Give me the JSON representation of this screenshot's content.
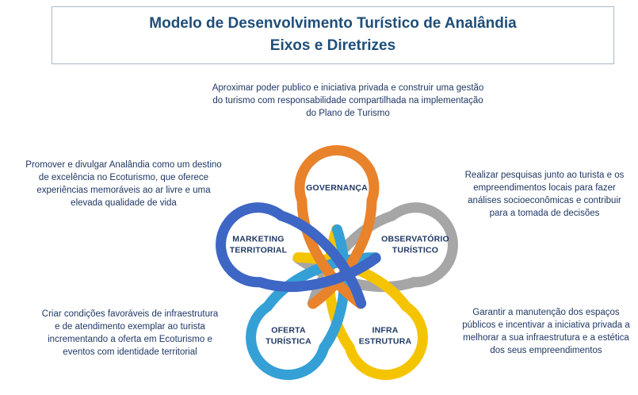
{
  "title": {
    "line1": "Modelo de Desenvolvimento Turístico de Analândia",
    "line2": "Eixos e Diretrizes"
  },
  "petals": [
    {
      "id": "governanca",
      "label": "GOVERNANÇA",
      "color": "#E8832C",
      "description": "Aproximar poder publico e iniciativa privada e construir uma gestão do turismo com responsabilidade compartilhada na implementação do Plano de Turismo"
    },
    {
      "id": "marketing-territorial",
      "label": "MARKETING TERRITORIAL",
      "color": "#3E66C4",
      "description": "Promover e divulgar Analândia como um destino de excelência no Ecoturismo, que oferece experiências memoráveis ao ar livre e uma elevada qualidade de vida"
    },
    {
      "id": "observatorio-turistico",
      "label": "OBSERVATÓRIO TURÍSTICO",
      "color": "#A6A6A6",
      "description": "Realizar pesquisas junto ao turista e os empreendimentos locais para fazer análises socioeconômicas e contribuir para a tomada de decisões"
    },
    {
      "id": "oferta-turistica",
      "label": "OFERTA TURÍSTICA",
      "color": "#35A0D6",
      "description": "Criar condições favoráveis de infraestrutura e de atendimento exemplar ao turista incrementando a oferta em Ecoturismo e eventos com identidade territorial"
    },
    {
      "id": "infraestrutura",
      "label": "INFRA ESTRUTURA",
      "color": "#F5C400",
      "description": "Garantir a manutenção dos espaços públicos e incentivar a iniciativa privada a melhorar a sua infraestrutura e a estética dos seus empreendimentos"
    }
  ]
}
